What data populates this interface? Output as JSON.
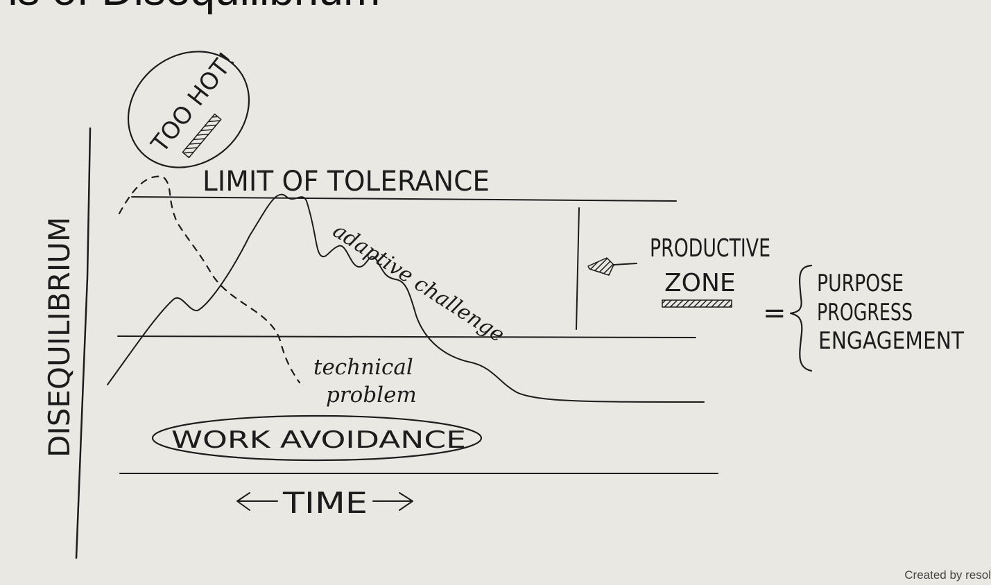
{
  "page": {
    "title": "ions of Disequilibrium",
    "credit": "Created by resol"
  },
  "diagram": {
    "y_axis_label": "DISEQUILIBRIUM",
    "x_axis_label": "TIME",
    "x_axis_left_arrow": "←",
    "x_axis_right_arrow": "→",
    "too_hot_label": "TOO HOT!",
    "limit_of_tolerance_label": "LIMIT OF TOLERANCE",
    "adaptive_challenge_label": "adaptive challenge",
    "technical_problem_line1": "technical",
    "technical_problem_line2": "problem",
    "work_avoidance_label": "WORK AVOIDANCE",
    "productive_zone_line1": "PRODUCTIVE",
    "productive_zone_line2": "ZONE",
    "equals_sign": "=",
    "outcomes": [
      "PURPOSE",
      "PROGRESS",
      "ENGAGEMENT"
    ]
  },
  "colors": {
    "paper": "#e9e8e3",
    "ink": "#1c1c1c"
  }
}
